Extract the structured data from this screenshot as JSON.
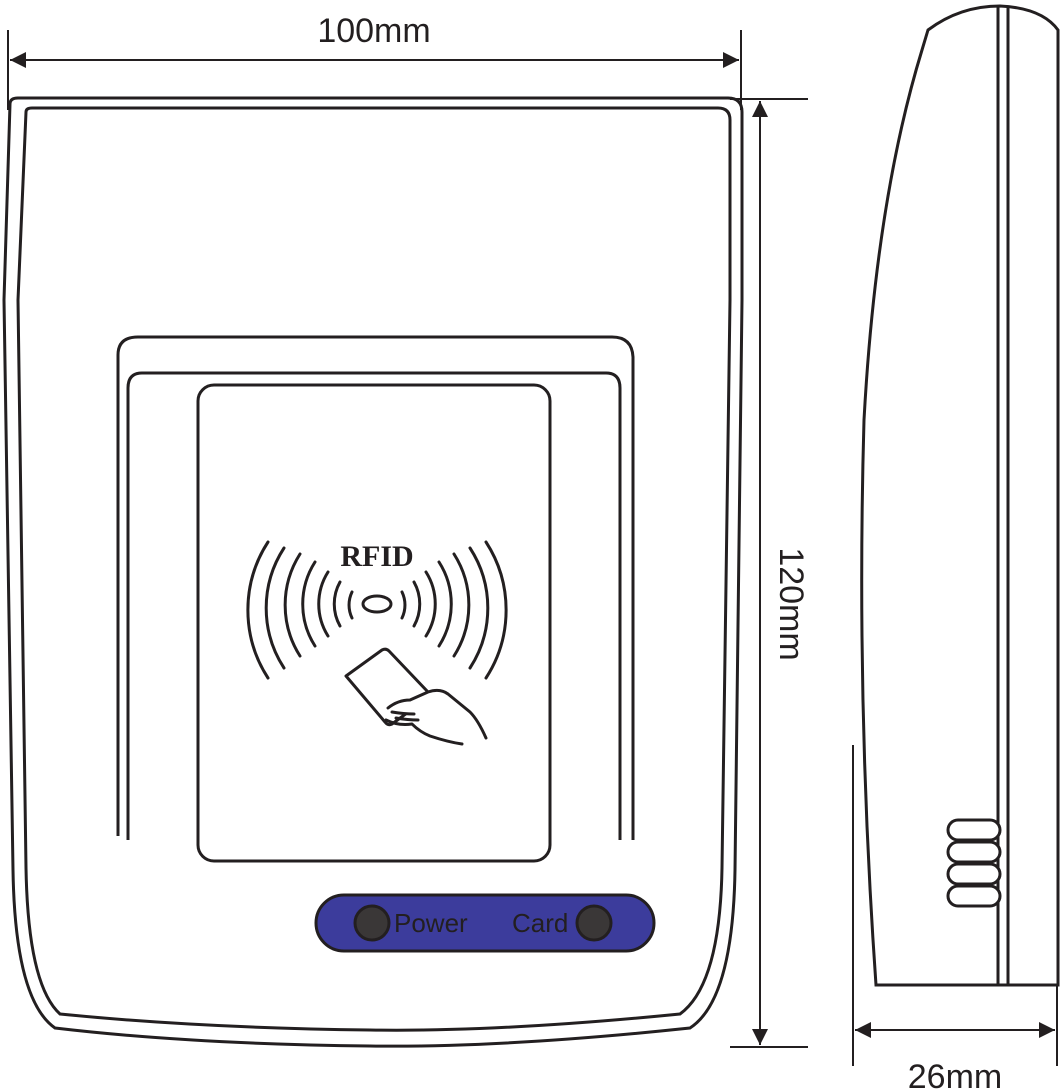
{
  "dimensions": {
    "width": "100mm",
    "height": "120mm",
    "depth": "26mm"
  },
  "reader": {
    "logo": "RFID",
    "led_power_label": "Power",
    "led_card_label": "Card"
  },
  "colors": {
    "line": "#231f20",
    "indicator_panel": "#3c3c9c",
    "led": "#3a3737",
    "background": "#ffffff"
  }
}
